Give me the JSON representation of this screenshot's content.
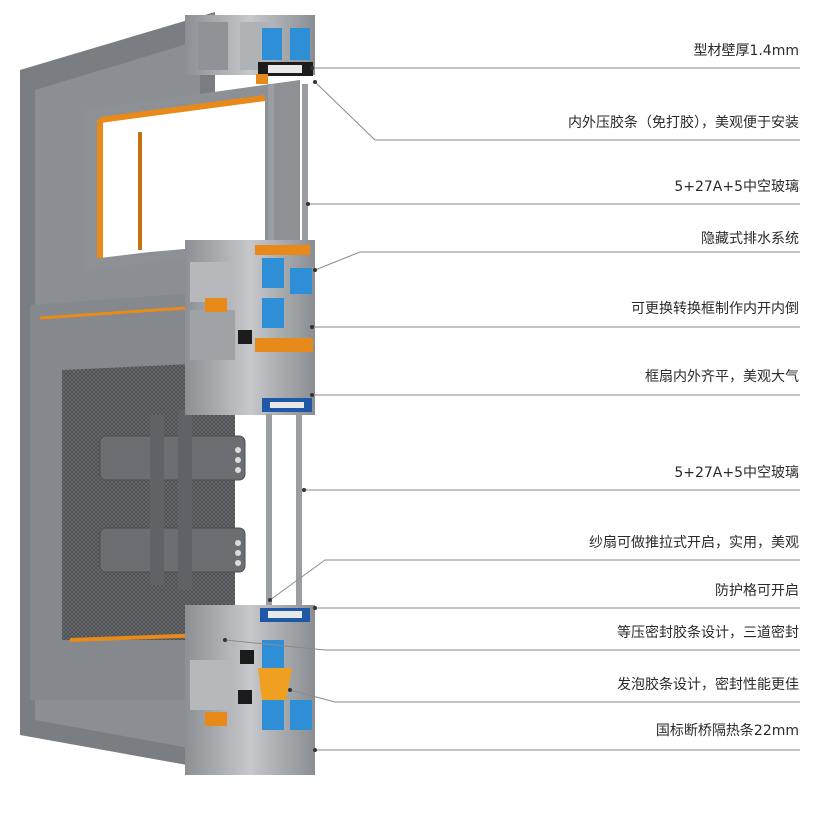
{
  "labels": [
    {
      "id": "profile-thickness",
      "text": "型材壁厚1.4mm"
    },
    {
      "id": "pressure-strip",
      "text": "内外压胶条（免打胶），美观便于安装"
    },
    {
      "id": "glass-upper",
      "text": "5+27A+5中空玻璃"
    },
    {
      "id": "hidden-drainage",
      "text": "隐藏式排水系统"
    },
    {
      "id": "replaceable-frame",
      "text": "可更换转换框制作内开内倒"
    },
    {
      "id": "frame-flush",
      "text": "框扇内外齐平，美观大气"
    },
    {
      "id": "glass-lower",
      "text": "5+27A+5中空玻璃"
    },
    {
      "id": "screen-sash",
      "text": "纱扇可做推拉式开启，实用，美观"
    },
    {
      "id": "guard-grille",
      "text": "防护格可开启"
    },
    {
      "id": "equal-pressure-seal",
      "text": "等压密封胶条设计，三道密封"
    },
    {
      "id": "foam-strip",
      "text": "发泡胶条设计，密封性能更佳"
    },
    {
      "id": "thermal-break",
      "text": "国标断桥隔热条22mm"
    }
  ],
  "colors": {
    "profile_dark": "#6f7276",
    "profile_mid": "#9a9da1",
    "profile_light": "#c9cbce",
    "gasket_orange": "#e88a1a",
    "thermal_blue": "#2f8fd6",
    "seal_black": "#1c1c1c",
    "screen_mesh": "#5d5f63",
    "leader_line": "#8a8a8a"
  }
}
